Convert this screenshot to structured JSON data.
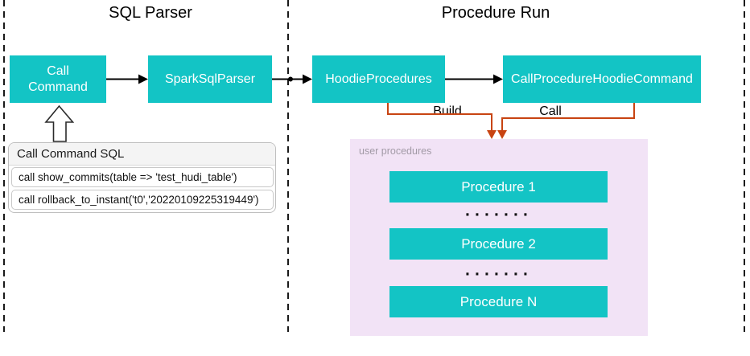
{
  "sections": {
    "sql_parser": {
      "title": "SQL Parser"
    },
    "procedure_run": {
      "title": "Procedure Run"
    }
  },
  "flow": {
    "boxes": [
      {
        "label": "Call Command"
      },
      {
        "label": "SparkSqlParser"
      },
      {
        "label": "HoodieProcedures"
      },
      {
        "label": "CallProcedureHoodieCommand"
      }
    ]
  },
  "edges": {
    "build_label": "Build",
    "call_label": "Call"
  },
  "sql_panel": {
    "title": "Call Command SQL",
    "rows": [
      "call show_commits(table => 'test_hudi_table')",
      "call rollback_to_instant('t0','20220109225319449')"
    ]
  },
  "procedures_panel": {
    "label": "user procedures",
    "items": [
      "Procedure 1",
      "Procedure 2",
      "Procedure N"
    ],
    "ellipsis": "·······"
  },
  "icons": {
    "up_arrow": "hollow-up-arrow",
    "flow_arrow": "black-right-arrow",
    "invoke_arrow": "orange-down-arrow"
  },
  "colors": {
    "node_teal": "#13c4c5",
    "panel_pink": "#f2e3f6",
    "invoke_orange": "#c84412",
    "panel_label_gray": "#a29aa6",
    "dashed_border": "#1a1a1a"
  }
}
